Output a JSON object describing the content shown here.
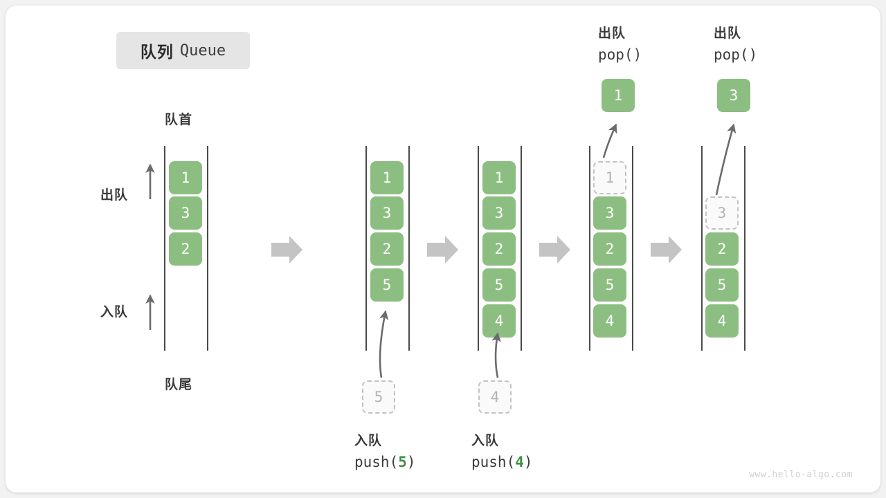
{
  "title": {
    "cn": "队列",
    "en": "Queue"
  },
  "labels": {
    "front": "队首",
    "rear": "队尾",
    "dequeue": "出队",
    "enqueue": "入队"
  },
  "colors": {
    "element": "#8cbe82",
    "element_text": "#ffffff",
    "ghost_border": "#c2c2c2",
    "ghost_text": "#b4b4b4",
    "rail": "#4a4a4a",
    "arrow": "#6b6b6b",
    "step_arrow": "#c4c4c4",
    "badge_bg": "#e5e5e5",
    "canvas_bg": "#f2f2f2",
    "card_bg": "#ffffff",
    "highlight_num": "#3f9142"
  },
  "steps": [
    {
      "id": "initial",
      "caption_top": null,
      "caption_bottom": null,
      "cells": [
        {
          "value": "1",
          "state": "filled"
        },
        {
          "value": "3",
          "state": "filled"
        },
        {
          "value": "2",
          "state": "filled"
        }
      ]
    },
    {
      "id": "push-5",
      "caption_top": null,
      "caption_bottom": {
        "cn": "入队",
        "code_prefix": "push(",
        "code_arg": "5",
        "code_suffix": ")"
      },
      "moving_cell": {
        "value": "5",
        "state": "ghost",
        "position": "below"
      },
      "cells": [
        {
          "value": "1",
          "state": "filled"
        },
        {
          "value": "3",
          "state": "filled"
        },
        {
          "value": "2",
          "state": "filled"
        },
        {
          "value": "5",
          "state": "filled"
        }
      ]
    },
    {
      "id": "push-4",
      "caption_top": null,
      "caption_bottom": {
        "cn": "入队",
        "code_prefix": "push(",
        "code_arg": "4",
        "code_suffix": ")"
      },
      "moving_cell": {
        "value": "4",
        "state": "ghost",
        "position": "below"
      },
      "cells": [
        {
          "value": "1",
          "state": "filled"
        },
        {
          "value": "3",
          "state": "filled"
        },
        {
          "value": "2",
          "state": "filled"
        },
        {
          "value": "5",
          "state": "filled"
        },
        {
          "value": "4",
          "state": "filled"
        }
      ]
    },
    {
      "id": "pop-1",
      "caption_top": {
        "cn": "出队",
        "code": "pop()"
      },
      "caption_bottom": null,
      "moving_cell": {
        "value": "1",
        "state": "filled",
        "position": "above"
      },
      "cells": [
        {
          "value": "1",
          "state": "ghost"
        },
        {
          "value": "3",
          "state": "filled"
        },
        {
          "value": "2",
          "state": "filled"
        },
        {
          "value": "5",
          "state": "filled"
        },
        {
          "value": "4",
          "state": "filled"
        }
      ]
    },
    {
      "id": "pop-3",
      "caption_top": {
        "cn": "出队",
        "code": "pop()"
      },
      "caption_bottom": null,
      "moving_cell": {
        "value": "3",
        "state": "filled",
        "position": "above"
      },
      "cells": [
        {
          "value": "",
          "state": "empty"
        },
        {
          "value": "3",
          "state": "ghost"
        },
        {
          "value": "2",
          "state": "filled"
        },
        {
          "value": "5",
          "state": "filled"
        },
        {
          "value": "4",
          "state": "filled"
        }
      ]
    }
  ],
  "watermark": "www.hello-algo.com"
}
